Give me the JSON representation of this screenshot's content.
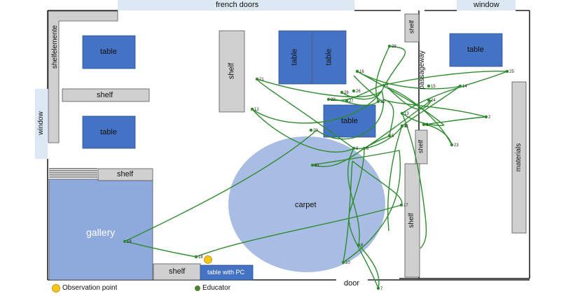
{
  "labels": {
    "french_doors": "french doors",
    "window_top": "window",
    "window_left": "window",
    "shelfelemente": "shelfelemente",
    "shelf_top_left": "shelf",
    "shelf_tall_center": "shelf",
    "shelf_passage": "shelf",
    "passageway": "passageway",
    "shelf_small_right": "shelf",
    "shelf_right_long": "shelf",
    "shelf_mid_left": "shelf",
    "shelf_bottom": "shelf",
    "materials": "materials",
    "table_top_left": "table",
    "table_mid_left": "table",
    "table_center_a": "table",
    "table_center_b": "table",
    "table_center": "table",
    "table_right": "table",
    "table_pc": "table with PC",
    "carpet": "carpet",
    "gallery": "gallery",
    "door": "door"
  },
  "legend": {
    "observation_point": "Observation point",
    "educator": "Educator"
  },
  "colors": {
    "table": "#4472C4",
    "shelf": "#D0D0D0",
    "carpet": "#A9BCE4",
    "gallery": "#8EA9DB",
    "window": "#DCE8F4",
    "path": "#2E8B2E",
    "observation": "#F5C518",
    "educator": "#548235"
  },
  "points": [
    {
      "id": "1"
    },
    {
      "id": "2"
    },
    {
      "id": "3"
    },
    {
      "id": "4"
    },
    {
      "id": "5"
    },
    {
      "id": "6"
    },
    {
      "id": "7"
    },
    {
      "id": "8"
    },
    {
      "id": "9"
    },
    {
      "id": "10"
    },
    {
      "id": "11"
    },
    {
      "id": "12"
    },
    {
      "id": "13"
    },
    {
      "id": "14"
    },
    {
      "id": "15"
    },
    {
      "id": "16"
    },
    {
      "id": "17"
    },
    {
      "id": "18"
    },
    {
      "id": "19"
    },
    {
      "id": "20"
    },
    {
      "id": "21"
    },
    {
      "id": "22"
    },
    {
      "id": "23"
    },
    {
      "id": "24"
    },
    {
      "id": "25"
    },
    {
      "id": "26"
    },
    {
      "id": "27"
    },
    {
      "id": "28"
    },
    {
      "id": "29"
    },
    {
      "id": "30"
    },
    {
      "id": "31"
    }
  ]
}
